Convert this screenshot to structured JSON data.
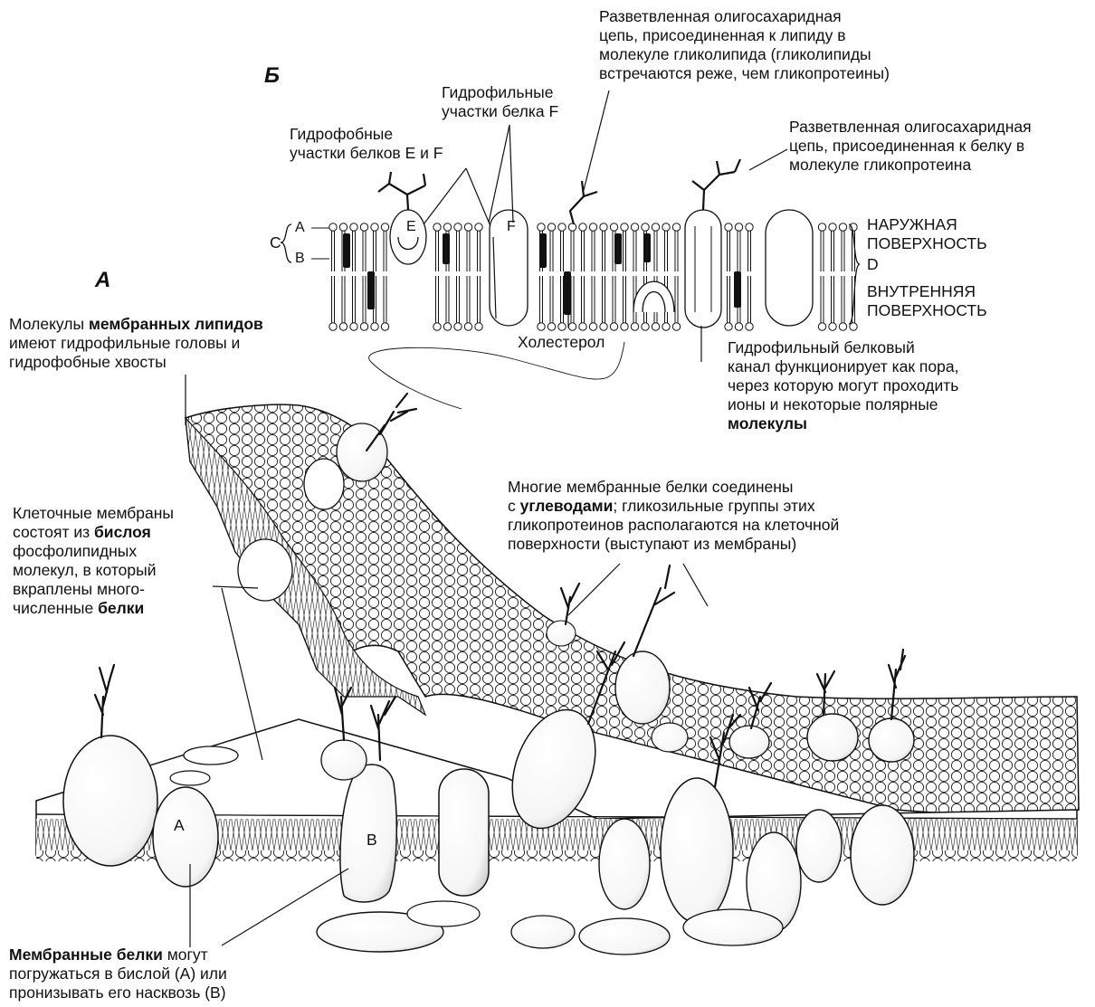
{
  "panel_labels": {
    "a": "А",
    "b": "Б"
  },
  "b_diagram": {
    "oligo_lipid": "Разветвленная олигосахаридная\nцепь, присоединенная к липиду в\nмолекуле гликолипида (гликолипиды\nвстречаются реже, чем гликопротеины)",
    "hydrophilic_f": "Гидрофильные\nучастки белка F",
    "hydrophobic_ef": "Гидрофобные\nучастки белков E и F",
    "oligo_protein": "Разветвленная олигосахаридная\nцепь, присоединенная к белку в\nмолекуле гликопротеина",
    "outer_surface": "НАРУЖНАЯ\nПОВЕРХНОСТЬ",
    "d_label": "D",
    "inner_surface": "ВНУТРЕННЯЯ\nПОВЕРХНОСТЬ",
    "c_label": "С",
    "a_label": "A",
    "b_label": "B",
    "e_label": "E",
    "f_label": "F",
    "cholesterol": "Холестерол",
    "channel": "Гидрофильный белковый\nканал функционирует как пора,\nчерез которую могут проходить\nионы и некоторые полярные",
    "channel_bold": "молекулы"
  },
  "a_diagram": {
    "lipids_pre": "Молекулы ",
    "lipids_bold": "мембранных липидов",
    "lipids_post": "имеют гидрофильные головы и\nгидрофобные хвосты",
    "bilayer_1": "Клеточные мембраны\nсостоят из ",
    "bilayer_bold1": "бислоя",
    "bilayer_2": "фосфолипидных\nмолекул, в который\nвкраплены много-\nчисленные ",
    "bilayer_bold2": "белки",
    "carbs_1": "Многие мембранные белки соединены\nс ",
    "carbs_bold": "углеводами",
    "carbs_2": "; гликозильные группы этих\nгликопротеинов располагаются на клеточной\nповерхности (выступают из мембраны)",
    "proteins_bold": "Мембранные белки",
    "proteins_1": " могут",
    "proteins_2": "погружаться в бислой (A) или\nпронизывать его насквозь (B)",
    "protein_a": "A",
    "protein_b": "B"
  }
}
